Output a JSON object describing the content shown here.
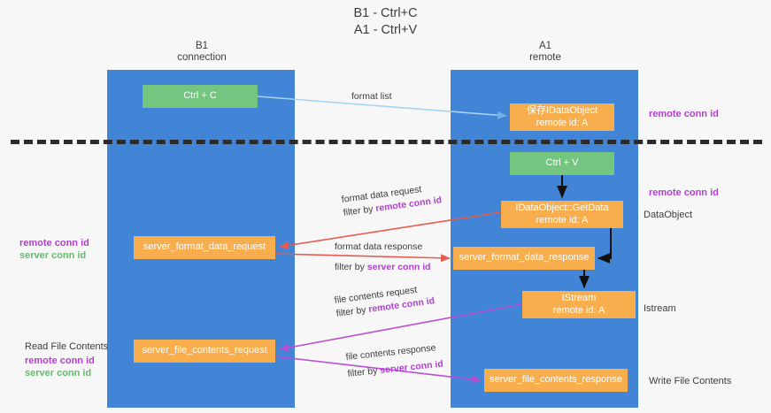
{
  "title": {
    "line1": "B1 - Ctrl+C",
    "line2": "A1 - Ctrl+V"
  },
  "lanes": [
    {
      "name": "B1",
      "sub": "connection",
      "color": "#4285d6"
    },
    {
      "name": "A1",
      "sub": "remote",
      "color": "#4285d6"
    }
  ],
  "nodes": {
    "ctrl_c": {
      "line1": "Ctrl + C",
      "color": "#73c580"
    },
    "idataobject_store": {
      "line1": "保存IDataObject",
      "line2": "remote id: A",
      "color": "#f9ae4d"
    },
    "ctrl_v": {
      "line1": "Ctrl + V",
      "color": "#73c580"
    },
    "getdata": {
      "line1": "IDataObject::GetData",
      "line2": "remote id: A",
      "color": "#f9ae4d"
    },
    "server_format_data_request": {
      "line1": "server_format_data_request",
      "color": "#f9ae4d"
    },
    "server_format_data_response": {
      "line1": "server_format_data_response",
      "color": "#f9ae4d"
    },
    "istream": {
      "line1": "IStream",
      "line2": "remote id: A",
      "color": "#f9ae4d"
    },
    "server_file_contents_request": {
      "line1": "server_file_contents_request",
      "color": "#f9ae4d"
    },
    "server_file_contents_response": {
      "line1": "server_file_contents_response",
      "color": "#f9ae4d"
    }
  },
  "edge_labels": {
    "format_list": "format list",
    "format_data_request": "format data request",
    "format_data_request_filter_prefix": "filter by ",
    "format_data_request_filter_key": "remote conn id",
    "format_data_response": "format data response",
    "format_data_response_filter_prefix": "filter by ",
    "format_data_response_filter_key": "server conn id",
    "file_contents_request": "file contents request",
    "file_contents_request_filter_prefix": "filter by ",
    "file_contents_request_filter_key": "remote conn id",
    "file_contents_response": "file contents response",
    "file_contents_response_filter_prefix": "filter by ",
    "file_contents_response_filter_key": "server conn id"
  },
  "annotations": {
    "remote_conn_id_top": "remote conn id",
    "remote_conn_id_mid": "remote conn id",
    "dataobject": "DataObject",
    "istream": "Istream",
    "write_file_contents": "Write File Contents",
    "read_file_contents": "Read File Contents",
    "left_remote_conn_id": "remote conn id",
    "left_server_conn_id": "server conn id",
    "left_remote_conn_id_2": "remote conn id",
    "left_server_conn_id_2": "server conn id"
  },
  "colors": {
    "lane": "#4285d6",
    "green_node": "#73c580",
    "orange_node": "#f9ae4d",
    "purple_text": "#b23fd0",
    "green_text": "#63bb6e",
    "arrow_blue": "#a8d4ef",
    "arrow_red": "#e8594f",
    "arrow_purple": "#b94fd0",
    "arrow_black": "#111111",
    "divider": "#2b2b2b",
    "background": "#f7f7f7"
  }
}
